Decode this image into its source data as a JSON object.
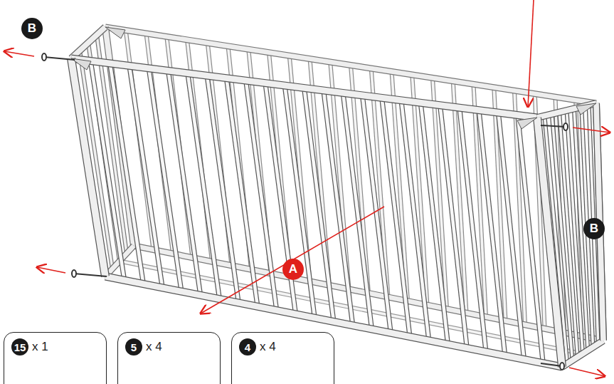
{
  "diagram": {
    "nodes": [
      {
        "text": [
          "B"
        ]
      },
      {
        "text": [
          "B"
        ]
      },
      {
        "text": [
          "A"
        ]
      },
      {
        "text": [
          "15",
          "x 1"
        ]
      },
      {
        "text": [
          "5",
          "x 4"
        ]
      },
      {
        "text": [
          "4",
          "x 4"
        ]
      }
    ]
  }
}
